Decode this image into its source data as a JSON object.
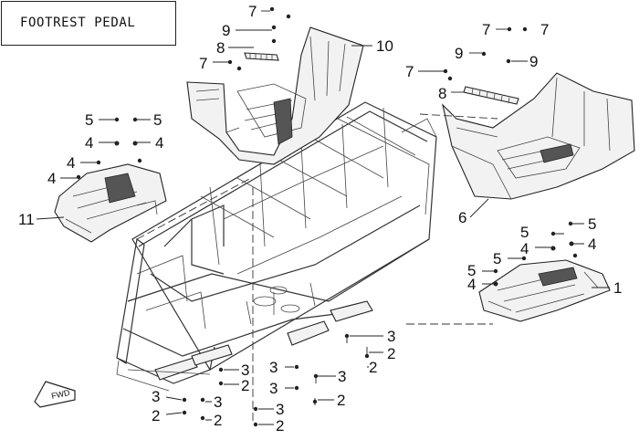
{
  "title": "FOOTREST PEDAL",
  "direction_badge": "FWD",
  "callouts": {
    "c1": "1",
    "c2": "2",
    "c3": "3",
    "c4": "4",
    "c5": "5",
    "c6": "6",
    "c7": "7",
    "c8": "8",
    "c9": "9",
    "c10": "10",
    "c11": "11"
  }
}
